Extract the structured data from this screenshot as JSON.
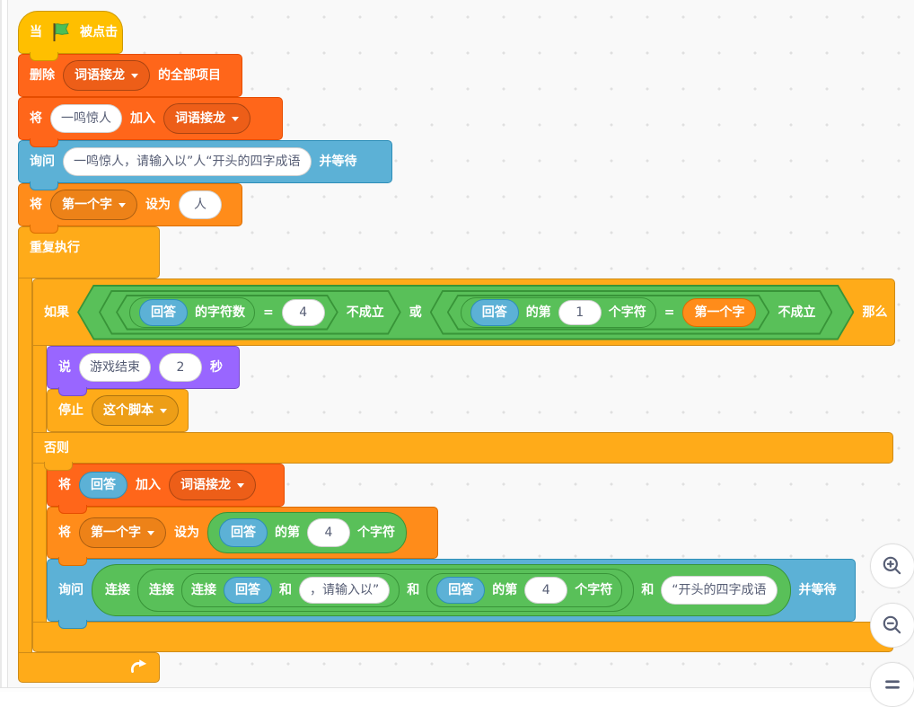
{
  "workspace": {
    "background": "#f9f9f9",
    "grid_dot_color": "#e0e0e0"
  },
  "colors": {
    "events": "#FFBF00",
    "events_border": "#CC9900",
    "control": "#FFAB19",
    "control_border": "#CF8B17",
    "sensing": "#5CB1D6",
    "sensing_border": "#2E8EB8",
    "operators": "#59C059",
    "operators_border": "#389438",
    "variables": "#FF8C1A",
    "variables_border": "#DB6E00",
    "lists": "#FF661A",
    "lists_border": "#E64D00",
    "looks": "#9966FF",
    "looks_border": "#774DCB"
  },
  "icons": {
    "flag": "green-flag-icon",
    "caret": "dropdown-caret-icon",
    "loop": "loop-arrow-icon",
    "zoom_in": "zoom-in-icon",
    "zoom_out": "zoom-out-icon",
    "zoom_reset": "zoom-reset-icon"
  },
  "blocks": {
    "when_flag_clicked": {
      "prefix": "当",
      "suffix": "被点击"
    },
    "delete_all": {
      "verb": "删除",
      "list": "词语接龙",
      "suffix": "的全部项目"
    },
    "add_seed": {
      "prefix": "将",
      "item": "一鸣惊人",
      "verb": "加入",
      "list": "词语接龙"
    },
    "ask_initial": {
      "verb": "询问",
      "question": "一鸣惊人，请输入以”人“开头的四字成语",
      "suffix": "并等待"
    },
    "set_initial": {
      "prefix": "将",
      "variable": "第一个字",
      "verb": "设为",
      "value": "人"
    },
    "forever": {
      "label": "重复执行"
    },
    "if_else": {
      "if": "如果",
      "then": "那么",
      "else": "否则",
      "or": "或",
      "not": "不成立",
      "equals": "=",
      "left": {
        "answer": "回答",
        "length_label": "的字符数",
        "value": "4"
      },
      "right": {
        "answer": "回答",
        "letter_of": "的第",
        "index": "1",
        "letter_unit": "个字符",
        "variable": "第一个字"
      }
    },
    "say": {
      "verb": "说",
      "message": "游戏结束",
      "seconds": "2",
      "unit": "秒"
    },
    "stop": {
      "verb": "停止",
      "target": "这个脚本"
    },
    "append_answer": {
      "prefix": "将",
      "item": "回答",
      "verb": "加入",
      "list": "词语接龙"
    },
    "set_next": {
      "prefix": "将",
      "variable": "第一个字",
      "verb": "设为",
      "answer": "回答",
      "letter_of": "的第",
      "index": "4",
      "letter_unit": "个字符"
    },
    "ask_next": {
      "verb": "询问",
      "join": "连接",
      "and": "和",
      "answer": "回答",
      "text_a": "，请输入以”",
      "letter_of": "的第",
      "index": "4",
      "letter_unit": "个字符",
      "text_b": "“开头的四字成语",
      "suffix": "并等待"
    }
  }
}
